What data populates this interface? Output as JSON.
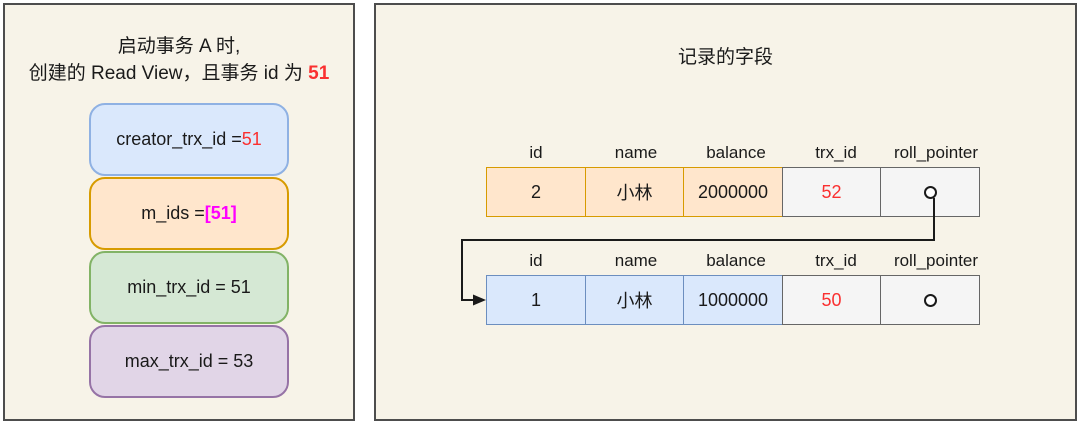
{
  "colors": {
    "background": "#ffffff",
    "panel_bg": "#f7f3e8",
    "panel_border": "#4d4d4d",
    "red": "#fa3030",
    "magenta": "#ff00ff",
    "blue_fill": "#dae8fc",
    "blue_stroke": "#6c8ebf",
    "orange_fill": "#ffe6cc",
    "orange_stroke": "#d79b00",
    "green_fill": "#d5e8d4",
    "green_stroke": "#82b366",
    "purple_fill": "#e1d5e7",
    "purple_stroke": "#9673a6",
    "gray_fill": "#f5f5f5",
    "gray_stroke": "#666666",
    "line": "#1a1a1a"
  },
  "left_panel": {
    "title_line1": "启动事务 A 时,",
    "title_line2_text": "创建的 Read View，且事务 id 为 ",
    "title_line2_highlight": "51",
    "boxes": [
      {
        "label": "creator_trx_id = ",
        "value": "51"
      },
      {
        "label": "m_ids = ",
        "value": "[51]"
      },
      {
        "label": "min_trx_id = 51",
        "value": ""
      },
      {
        "label": "max_trx_id = 53",
        "value": ""
      }
    ]
  },
  "right_panel": {
    "title": "记录的字段",
    "tables": [
      {
        "headers": [
          "id",
          "name",
          "balance",
          "trx_id",
          "roll_pointer"
        ],
        "cells": {
          "id": "2",
          "name": "小林",
          "balance": "2000000",
          "trx_id": "52"
        }
      },
      {
        "headers": [
          "id",
          "name",
          "balance",
          "trx_id",
          "roll_pointer"
        ],
        "cells": {
          "id": "1",
          "name": "小林",
          "balance": "1000000",
          "trx_id": "50"
        }
      }
    ]
  }
}
